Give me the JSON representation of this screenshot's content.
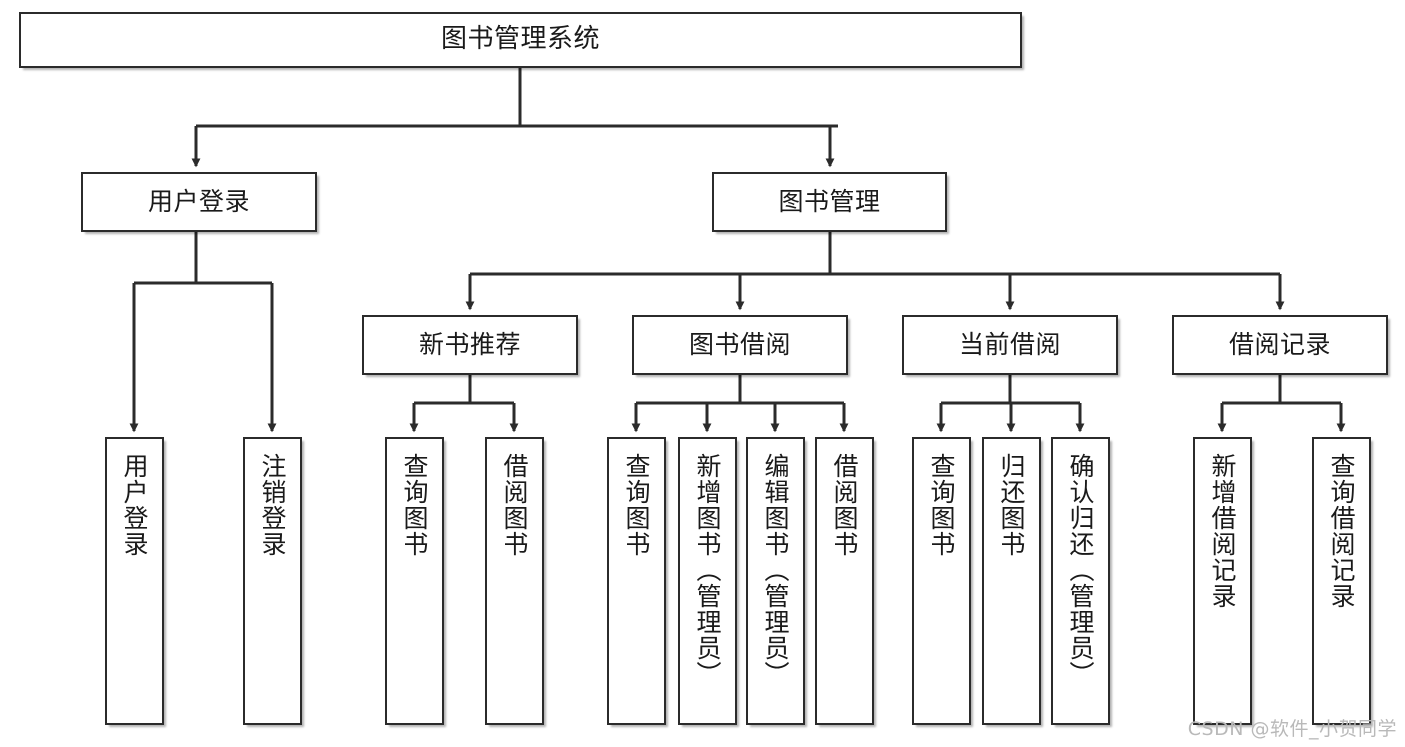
{
  "diagram": {
    "title": "图书管理系统",
    "type": "tree-hierarchy",
    "watermark": "CSDN @软件_小贺同学",
    "colors": {
      "box_border": "#2b2b2b",
      "box_fill": "#ffffff",
      "connector": "#2b2b2b",
      "watermark": "#b9b9b9",
      "background": "#ffffff"
    },
    "nodes": {
      "root": {
        "label": "图书管理系统"
      },
      "level2": [
        {
          "id": "user-login",
          "label": "用户登录"
        },
        {
          "id": "book-management",
          "label": "图书管理"
        }
      ],
      "level3": [
        {
          "id": "new-book-recommend",
          "label": "新书推荐"
        },
        {
          "id": "book-borrow",
          "label": "图书借阅"
        },
        {
          "id": "current-borrow",
          "label": "当前借阅"
        },
        {
          "id": "borrow-record",
          "label": "借阅记录"
        }
      ],
      "leaves": {
        "user_login": [
          {
            "id": "leaf-user-login",
            "label": "用户登录"
          },
          {
            "id": "leaf-logout-login",
            "label": "注销登录"
          }
        ],
        "new_book_recommend": [
          {
            "id": "leaf-query-book-1",
            "label": "查询图书"
          },
          {
            "id": "leaf-borrow-book-1",
            "label": "借阅图书"
          }
        ],
        "book_borrow": [
          {
            "id": "leaf-query-book-2",
            "label": "查询图书"
          },
          {
            "id": "leaf-add-book",
            "label": "新增图书（管理员）"
          },
          {
            "id": "leaf-edit-book",
            "label": "编辑图书（管理员）"
          },
          {
            "id": "leaf-borrow-book-2",
            "label": "借阅图书"
          }
        ],
        "current_borrow": [
          {
            "id": "leaf-query-book-3",
            "label": "查询图书"
          },
          {
            "id": "leaf-return-book",
            "label": "归还图书"
          },
          {
            "id": "leaf-confirm-return",
            "label": "确认归还（管理员）"
          }
        ],
        "borrow_record": [
          {
            "id": "leaf-add-borrow-record",
            "label": "新增借阅记录"
          },
          {
            "id": "leaf-query-borrow-record",
            "label": "查询借阅记录"
          }
        ]
      }
    }
  }
}
